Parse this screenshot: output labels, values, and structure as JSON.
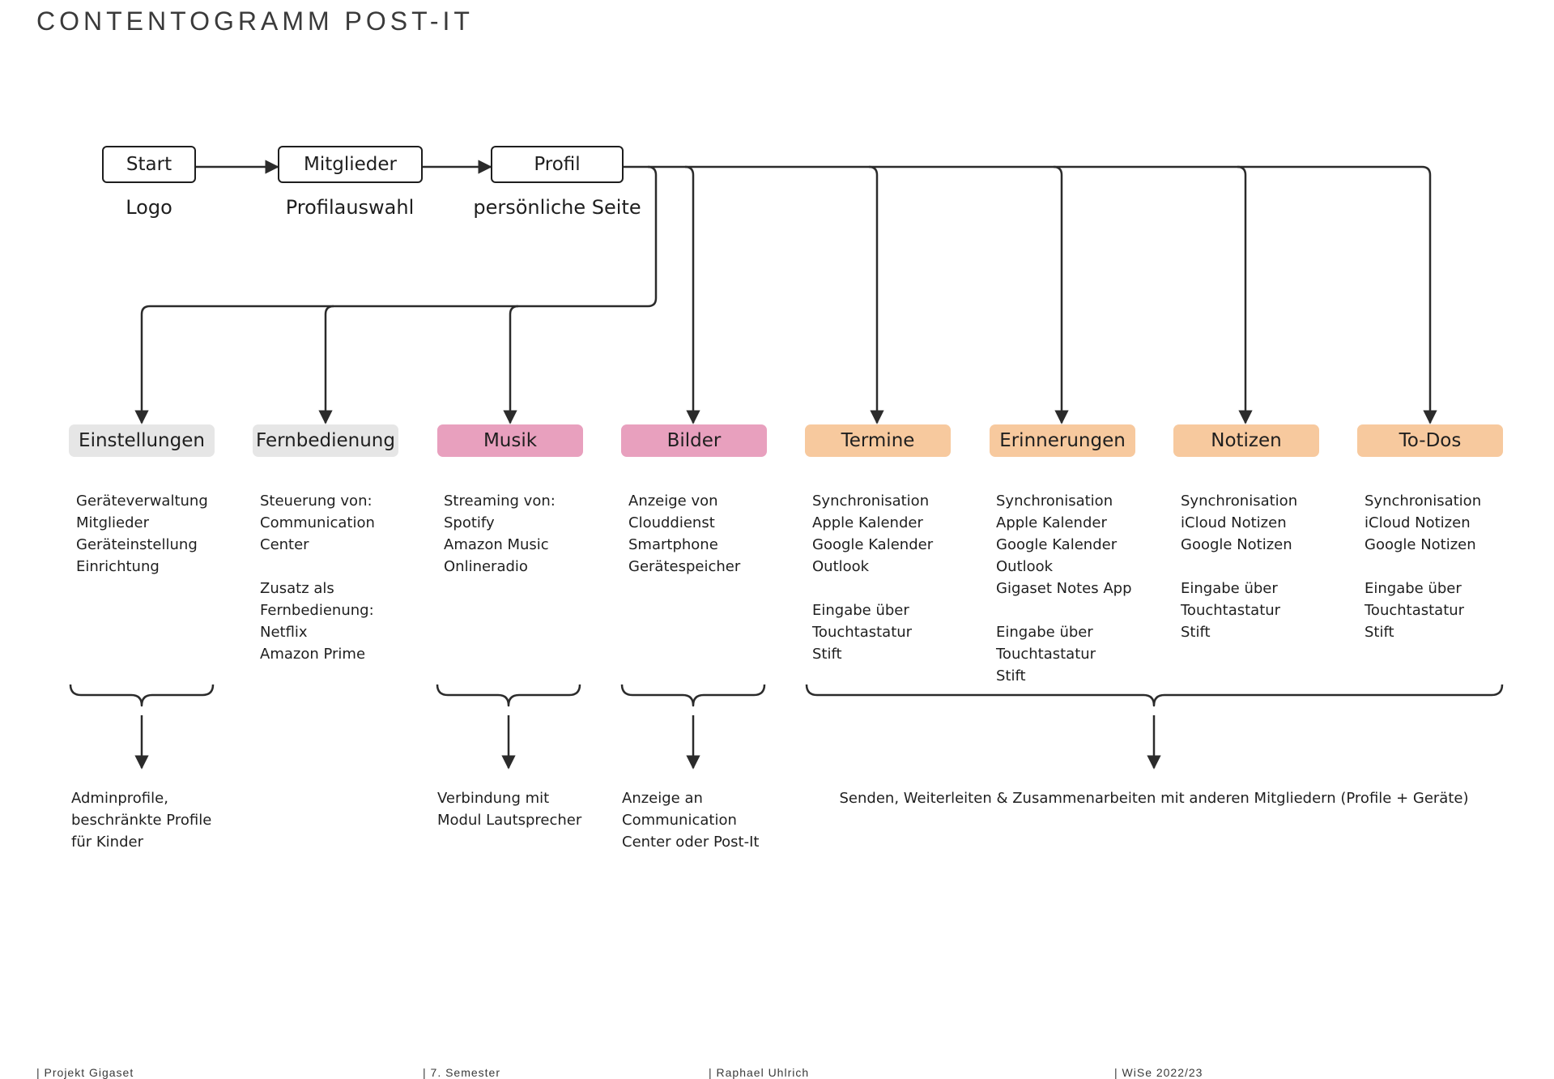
{
  "title": "CONTENTOGRAMM POST-IT",
  "flow": [
    {
      "label": "Start",
      "sub": "Logo"
    },
    {
      "label": "Mitglieder",
      "sub": "Profilauswahl"
    },
    {
      "label": "Profil",
      "sub": "persönliche Seite"
    }
  ],
  "categories": [
    {
      "label": "Einstellungen",
      "color": "#e6e6e6",
      "details": [
        "Geräteverwaltung",
        "Mitglieder",
        "Geräteinstellung",
        "Einrichtung"
      ]
    },
    {
      "label": "Fernbedienung",
      "color": "#e6e6e6",
      "details": [
        "Steuerung von:",
        "Communication",
        "Center",
        "",
        "Zusatz als",
        "Fernbedienung:",
        "Netflix",
        "Amazon Prime"
      ]
    },
    {
      "label": "Musik",
      "color": "#e8a0be",
      "details": [
        "Streaming von:",
        "Spotify",
        "Amazon Music",
        "Onlineradio"
      ]
    },
    {
      "label": "Bilder",
      "color": "#e8a0be",
      "details": [
        "Anzeige von",
        "Clouddienst",
        "Smartphone",
        "Gerätespeicher"
      ]
    },
    {
      "label": "Termine",
      "color": "#f7c99e",
      "details": [
        "Synchronisation",
        "Apple Kalender",
        "Google Kalender",
        "Outlook",
        "",
        "Eingabe über",
        "Touchtastatur",
        "Stift"
      ]
    },
    {
      "label": "Erinnerungen",
      "color": "#f7c99e",
      "details": [
        "Synchronisation",
        "Apple Kalender",
        "Google Kalender",
        "Outlook",
        "Gigaset Notes App",
        "",
        "Eingabe über",
        "Touchtastatur",
        "Stift"
      ]
    },
    {
      "label": "Notizen",
      "color": "#f7c99e",
      "details": [
        "Synchronisation",
        "iCloud Notizen",
        "Google Notizen",
        "",
        "Eingabe über",
        "Touchtastatur",
        "Stift"
      ]
    },
    {
      "label": "To-Dos",
      "color": "#f7c99e",
      "details": [
        "Synchronisation",
        "iCloud Notizen",
        "Google Notizen",
        "",
        "Eingabe über",
        "Touchtastatur",
        "Stift"
      ]
    }
  ],
  "results": [
    {
      "lines": [
        "Adminprofile,",
        "beschränkte Profile",
        "für Kinder"
      ]
    },
    {
      "lines": [
        "Verbindung mit",
        "Modul Lautsprecher"
      ]
    },
    {
      "lines": [
        "Anzeige an",
        "Communication",
        "Center oder Post-It"
      ]
    },
    {
      "lines": [
        "Senden, Weiterleiten & Zusammenarbeiten mit anderen Mitgliedern (Profile + Geräte)"
      ]
    }
  ],
  "footer": [
    "|  Projekt Gigaset",
    "|  7. Semester",
    "|  Raphael Uhlrich",
    "|  WiSe 2022/23"
  ]
}
